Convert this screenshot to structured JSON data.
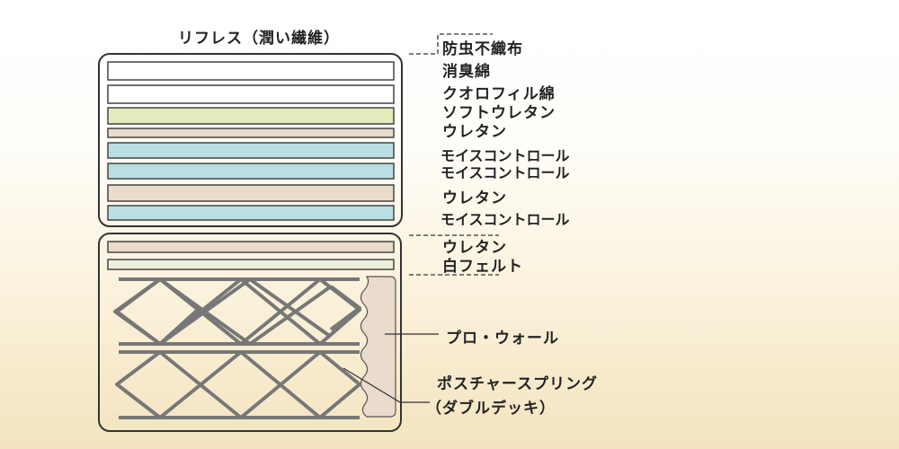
{
  "title": "リフレス（潤い繊維）",
  "labels": {
    "l1": "防虫不織布",
    "l2": "消臭綿",
    "l3": "クオロフィル綿",
    "l4": "ソフトウレタン",
    "l5": "ウレタン",
    "l6": "モイスコントロール",
    "l7": "モイスコントロール",
    "l8": "ウレタン",
    "l9": "モイスコントロール",
    "l10": "ウレタン",
    "l11": "白フェルト",
    "l12": "プロ・ウォール",
    "l13": "ポスチャースプリング",
    "l14": "（ダブルデッキ）"
  },
  "colors": {
    "white": "#ffffff",
    "green": "#e3ebbb",
    "beige": "#eadbcc",
    "blue": "#badfe2",
    "felt": "#eeeedd",
    "spring": "#777777",
    "outline": "#333333"
  }
}
